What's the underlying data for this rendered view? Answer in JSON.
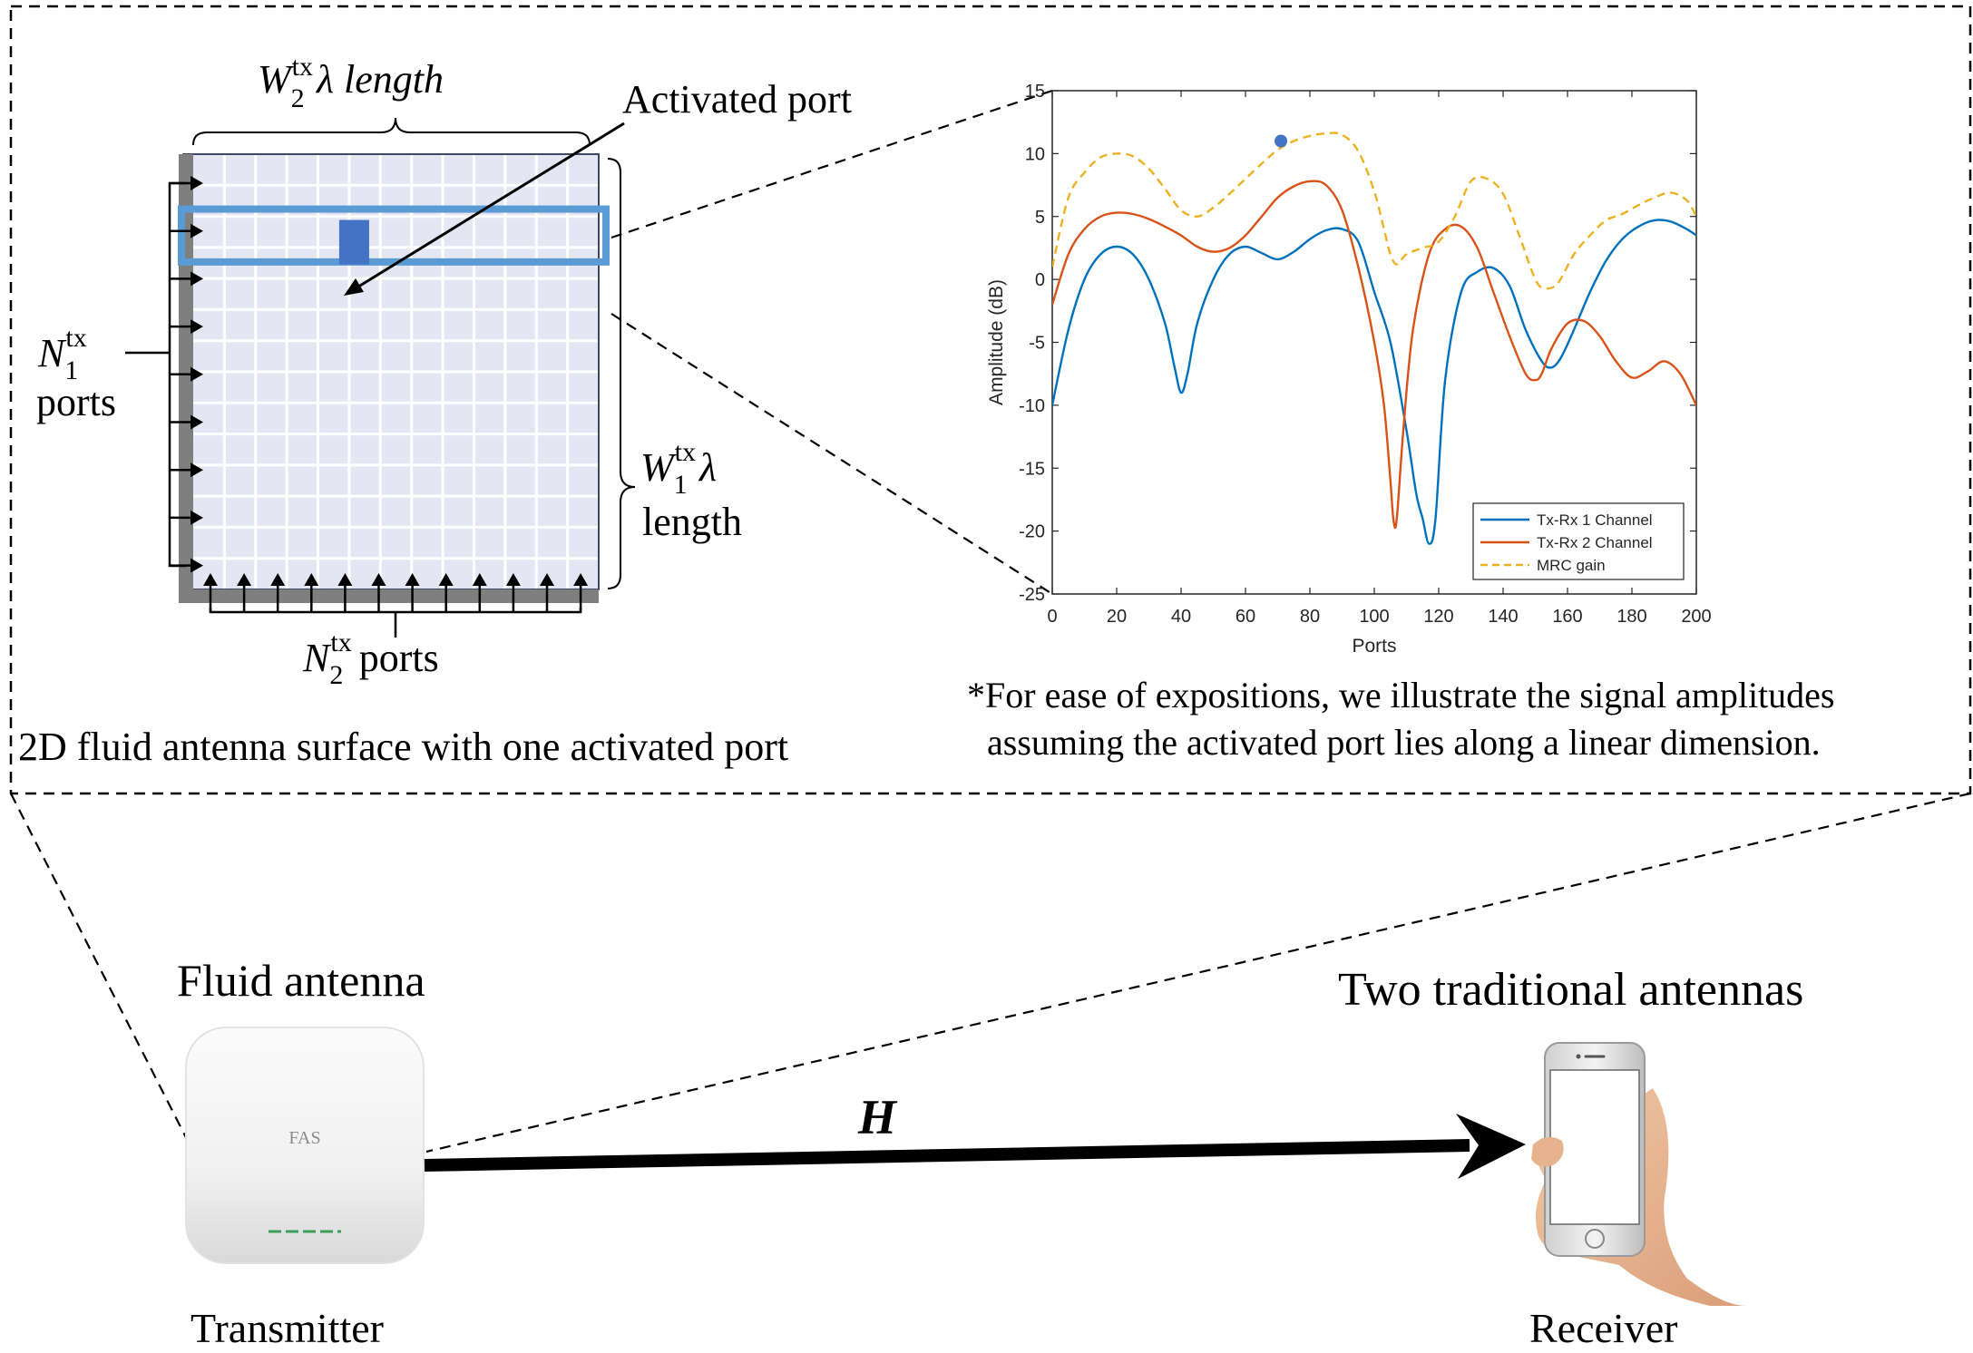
{
  "panel": {
    "surface_caption": "2D fluid antenna surface with one activated port",
    "width_label_prefix": "W",
    "width_label_sub": "2",
    "width_label_sup": "tx",
    "width_label_suffix": "λ  length",
    "height_label_prefix": "W",
    "height_label_sub": "1",
    "height_label_sup": "tx",
    "height_label_lambda": "λ",
    "height_label_length": "length",
    "n1_prefix": "N",
    "n1_sub": "1",
    "n1_sup": "tx",
    "n1_ports": "ports",
    "n2_prefix": "N",
    "n2_sub": "2",
    "n2_sup": "tx",
    "n2_ports": "ports",
    "activated_port_label": "Activated port",
    "grid_rows": 14,
    "grid_cols": 13,
    "activated_row": 3,
    "activated_col": 5,
    "highlight_row": 3,
    "note_line1": "*For ease of expositions, we illustrate the signal amplitudes",
    "note_line2": "assuming the activated port lies along a linear dimension."
  },
  "scene": {
    "fluid_antenna_label": "Fluid antenna",
    "device_text": "FAS",
    "transmitter_label": "Transmitter",
    "channel_label": "H",
    "receiver_title": "Two traditional antennas",
    "receiver_label": "Receiver"
  },
  "colors": {
    "grid_bg": "#e4e7f3",
    "highlight": "#5b9bd5",
    "activated": "#4472c4",
    "series1": "#0072bd",
    "series2": "#d95319",
    "series3": "#edb120"
  },
  "chart_data": {
    "type": "line",
    "xlabel": "Ports",
    "ylabel": "Amplitude (dB)",
    "xlim": [
      0,
      200
    ],
    "ylim": [
      -25,
      15
    ],
    "xticks": [
      0,
      20,
      40,
      60,
      80,
      100,
      120,
      140,
      160,
      180,
      200
    ],
    "yticks": [
      15,
      10,
      5,
      0,
      -5,
      -10,
      -15,
      -20,
      -25
    ],
    "grid": false,
    "legend_position": "bottom-right",
    "series": [
      {
        "name": "Tx-Rx 1 Channel",
        "x": [
          0,
          5,
          10,
          15,
          20,
          25,
          30,
          35,
          38,
          40,
          42,
          45,
          50,
          55,
          60,
          65,
          70,
          75,
          80,
          85,
          90,
          95,
          100,
          105,
          110,
          113,
          115,
          117,
          119,
          122,
          127,
          132,
          137,
          142,
          147,
          152,
          155,
          158,
          162,
          167,
          172,
          177,
          182,
          187,
          192,
          197,
          200
        ],
        "y": [
          -10,
          -4,
          0,
          2,
          2.6,
          2,
          0,
          -3.5,
          -7,
          -9,
          -7.5,
          -3.5,
          0,
          2,
          2.6,
          2.1,
          1.6,
          2.2,
          3.2,
          3.9,
          4,
          3,
          -1,
          -5,
          -12,
          -17,
          -19,
          -21,
          -19,
          -8,
          -1,
          0.6,
          0.9,
          -0.5,
          -4,
          -6.5,
          -7,
          -6.2,
          -4,
          -1,
          1.5,
          3.2,
          4.2,
          4.7,
          4.6,
          4,
          3.5
        ]
      },
      {
        "name": "Tx-Rx 2 Channel",
        "x": [
          0,
          5,
          10,
          15,
          20,
          25,
          30,
          35,
          40,
          45,
          50,
          55,
          60,
          65,
          70,
          75,
          80,
          85,
          90,
          95,
          100,
          103,
          105,
          106,
          107,
          109,
          112,
          117,
          122,
          127,
          132,
          137,
          142,
          147,
          150,
          152,
          155,
          160,
          165,
          170,
          175,
          180,
          185,
          190,
          195,
          200
        ],
        "y": [
          -2,
          2,
          4,
          5,
          5.3,
          5.2,
          4.8,
          4.2,
          3.5,
          2.6,
          2.2,
          2.5,
          3.5,
          5,
          6.5,
          7.4,
          7.8,
          7.5,
          5.5,
          1,
          -5,
          -10,
          -16,
          -19.2,
          -19,
          -12,
          -4,
          2,
          4,
          4.2,
          2.5,
          -1,
          -4.5,
          -7.5,
          -8,
          -7.5,
          -5.5,
          -3.5,
          -3.3,
          -4.5,
          -6.5,
          -7.8,
          -7.3,
          -6.5,
          -7.5,
          -10
        ]
      },
      {
        "name": "MRC gain",
        "x": [
          0,
          5,
          10,
          15,
          20,
          25,
          30,
          35,
          40,
          45,
          50,
          55,
          60,
          65,
          70,
          75,
          80,
          85,
          90,
          95,
          100,
          103,
          105,
          107,
          110,
          115,
          120,
          125,
          130,
          135,
          140,
          145,
          150,
          153,
          157,
          162,
          167,
          172,
          177,
          182,
          187,
          192,
          197,
          200
        ],
        "y": [
          1,
          6.5,
          8.5,
          9.7,
          10,
          9.8,
          8.8,
          7.2,
          5.5,
          5,
          5.7,
          6.8,
          8,
          9.2,
          10.3,
          11,
          11.4,
          11.6,
          11.5,
          10.2,
          7,
          4,
          2,
          1.2,
          2,
          2.5,
          3,
          5,
          7.8,
          8,
          6.8,
          3.5,
          0,
          -0.7,
          -0.3,
          2,
          3.5,
          4.7,
          5.2,
          5.9,
          6.5,
          6.9,
          6.3,
          5
        ]
      }
    ],
    "highlight_point": {
      "x": 71,
      "y": 11
    }
  }
}
